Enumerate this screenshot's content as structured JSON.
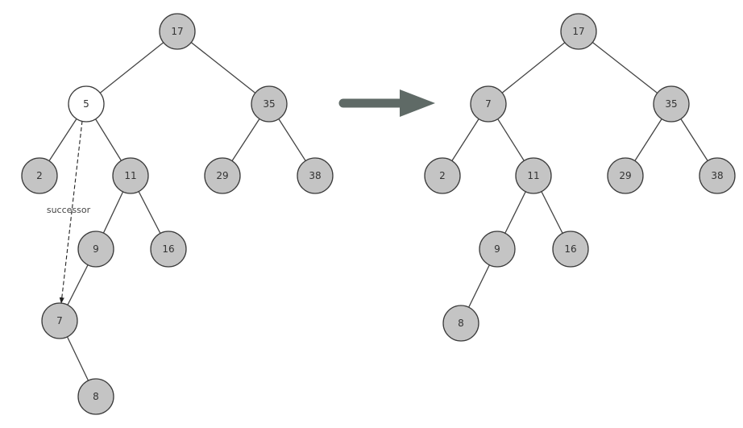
{
  "colors": {
    "node_fill": "#c4c4c4",
    "highlight_fill": "#ffffff",
    "edge": "#444444",
    "arrow": "#5f6a66"
  },
  "annotation": {
    "successor_label": "successor"
  },
  "before_tree": {
    "nodes": [
      {
        "id": "n17",
        "label": "17",
        "highlight": false
      },
      {
        "id": "n5",
        "label": "5",
        "highlight": true
      },
      {
        "id": "n35",
        "label": "35",
        "highlight": false
      },
      {
        "id": "n2",
        "label": "2",
        "highlight": false
      },
      {
        "id": "n11",
        "label": "11",
        "highlight": false
      },
      {
        "id": "n29",
        "label": "29",
        "highlight": false
      },
      {
        "id": "n38",
        "label": "38",
        "highlight": false
      },
      {
        "id": "n9",
        "label": "9",
        "highlight": false
      },
      {
        "id": "n16",
        "label": "16",
        "highlight": false
      },
      {
        "id": "n7",
        "label": "7",
        "highlight": false
      },
      {
        "id": "n8",
        "label": "8",
        "highlight": false
      }
    ],
    "edges": [
      [
        "n17",
        "n5"
      ],
      [
        "n17",
        "n35"
      ],
      [
        "n5",
        "n2"
      ],
      [
        "n5",
        "n11"
      ],
      [
        "n35",
        "n29"
      ],
      [
        "n35",
        "n38"
      ],
      [
        "n11",
        "n9"
      ],
      [
        "n11",
        "n16"
      ],
      [
        "n9",
        "n7"
      ],
      [
        "n7",
        "n8"
      ]
    ]
  },
  "after_tree": {
    "nodes": [
      {
        "id": "m17",
        "label": "17",
        "highlight": false
      },
      {
        "id": "m7",
        "label": "7",
        "highlight": false
      },
      {
        "id": "m35",
        "label": "35",
        "highlight": false
      },
      {
        "id": "m2",
        "label": "2",
        "highlight": false
      },
      {
        "id": "m11",
        "label": "11",
        "highlight": false
      },
      {
        "id": "m29",
        "label": "29",
        "highlight": false
      },
      {
        "id": "m38",
        "label": "38",
        "highlight": false
      },
      {
        "id": "m9",
        "label": "9",
        "highlight": false
      },
      {
        "id": "m16",
        "label": "16",
        "highlight": false
      },
      {
        "id": "m8",
        "label": "8",
        "highlight": false
      }
    ],
    "edges": [
      [
        "m17",
        "m7"
      ],
      [
        "m17",
        "m35"
      ],
      [
        "m7",
        "m2"
      ],
      [
        "m7",
        "m11"
      ],
      [
        "m35",
        "m29"
      ],
      [
        "m35",
        "m38"
      ],
      [
        "m11",
        "m9"
      ],
      [
        "m11",
        "m16"
      ],
      [
        "m9",
        "m8"
      ]
    ]
  }
}
